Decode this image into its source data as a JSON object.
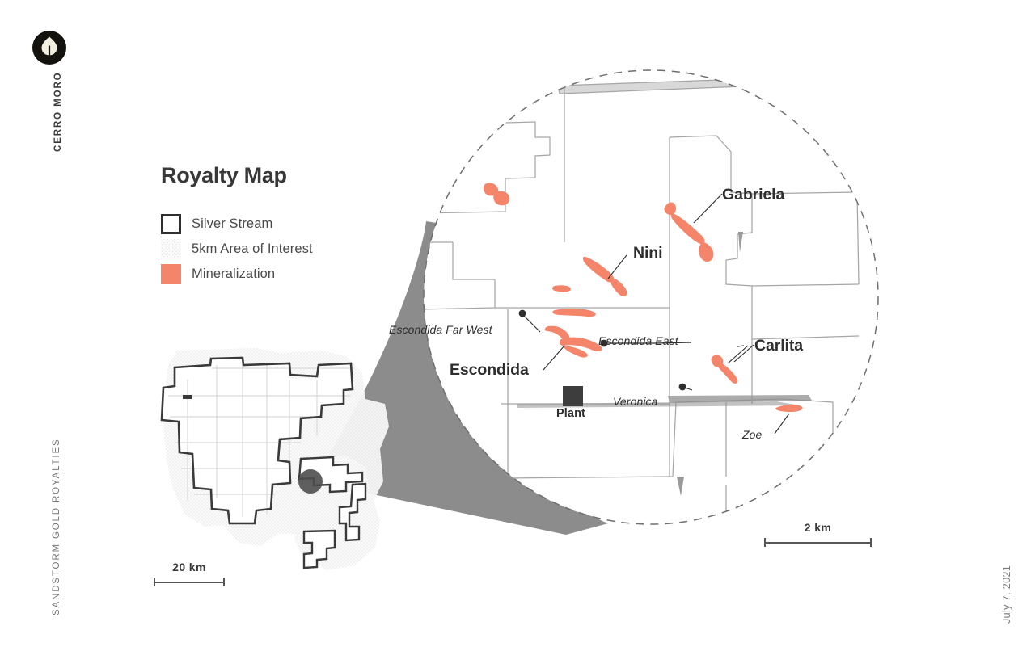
{
  "brand": {
    "logo_icon": "sandstorm-droplet-logo-icon",
    "project_name": "CERRO MORO",
    "company_name": "SANDSTORM GOLD ROYALTIES",
    "date": "July 7, 2021"
  },
  "title": "Royalty Map",
  "legend": {
    "items": [
      {
        "key": "silver-stream",
        "label": "Silver Stream",
        "swatch": "outline-square",
        "color": "#2f2f2f"
      },
      {
        "key": "area-of-interest",
        "label": "5km Area of Interest",
        "swatch": "hatched-square",
        "color": "#e7e7e7"
      },
      {
        "key": "mineralization",
        "label": "Mineralization",
        "swatch": "filled-square",
        "color": "#F4856B"
      }
    ]
  },
  "scalebars": {
    "inset": "20 km",
    "detail": "2 km"
  },
  "map_labels": {
    "gabriela": "Gabriela",
    "nini": "Nini",
    "carlita": "Carlita",
    "escondida": "Escondida",
    "escondida_far_west": "Escondida Far West",
    "escondida_east": "Escondida East",
    "veronica": "Veronica",
    "zoe": "Zoe",
    "plant": "Plant"
  },
  "colors": {
    "mineralization": "#F4856B",
    "parcel_outline": "#9a9a9a",
    "stream_outline": "#3a3a3a",
    "aoi_fill": "#e3e3e3",
    "zoom_cone": "#8c8c8c",
    "dashed_circle": "#6f6f6f",
    "plant_marker": "#3d3d3d",
    "text_dark": "#2e2e2e",
    "text_gray": "#777777"
  }
}
